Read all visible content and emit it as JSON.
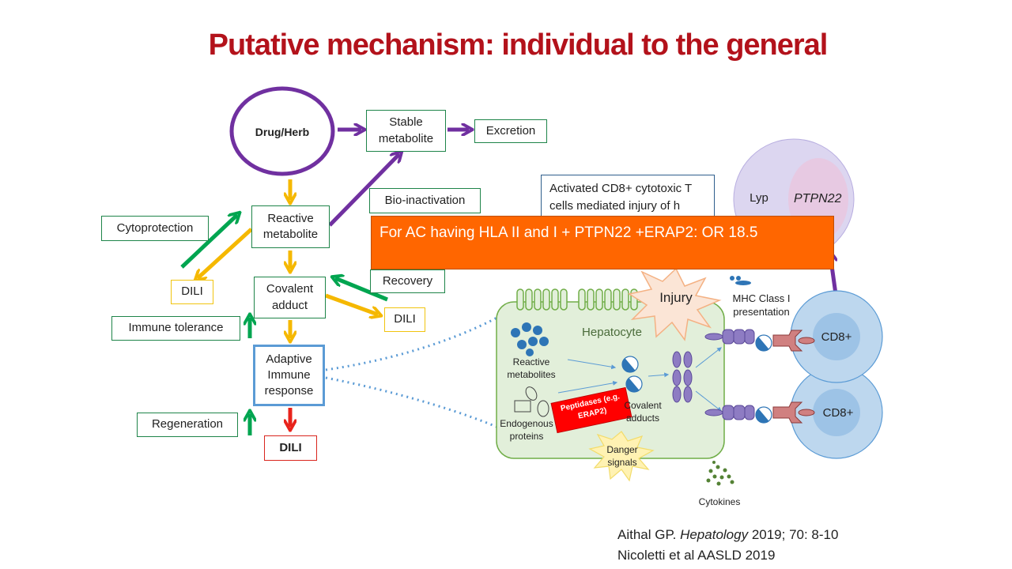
{
  "title": "Putative mechanism: individual to the general",
  "flow": {
    "drug_herb": "Drug/Herb",
    "stable_metabolite": "Stable metabolite",
    "excretion": "Excretion",
    "bio_inactivation": "Bio-inactivation",
    "reactive_metabolite": "Reactive metabolite",
    "cytoprotection": "Cytoprotection",
    "dili_left": "DILI",
    "covalent_adduct": "Covalent adduct",
    "recovery": "Recovery",
    "dili_right": "DILI",
    "immune_tolerance": "Immune tolerance",
    "adaptive_immune_response": "Adaptive Immune response",
    "regeneration": "Regeneration",
    "dili_bottom": "DILI"
  },
  "callout": {
    "activated_cd8": "Activated CD8+ cytotoxic T cells mediated injury of h"
  },
  "banner": {
    "text": "For AC having HLA II and I + PTPN22 +ERAP2: OR 18.5"
  },
  "hepatocyte": {
    "title": "Hepatocyte",
    "reactive_metabolites": "Reactive metabolites",
    "endogenous_proteins": "Endogenous proteins",
    "peptidases": "Peptidases (e.g. ERAP2)",
    "covalent_adducts": "Covalent adducts",
    "danger_signals": "Danger signals",
    "injury": "Injury",
    "mhc_presentation": "MHC Class I presentation",
    "cytokines": "Cytokines"
  },
  "cells": {
    "lyp": "Lyp",
    "ptpn22": "PTPN22",
    "cd8_top": "CD8+",
    "cd8_bottom": "CD8+"
  },
  "references": {
    "ref1_prefix": "Aithal GP. ",
    "ref1_journal": "Hepatology",
    "ref1_suffix": " 2019; 70: 8-10",
    "ref2": "Nicoletti et al AASLD 2019"
  },
  "colors": {
    "title": "#b3121b",
    "purple_arrow": "#7030a0",
    "yellow_arrow": "#f5b800",
    "green_arrow": "#00a550",
    "red_arrow": "#e8231b",
    "banner": "#ff6600",
    "hepatocyte_fill": "#e2efda",
    "cd8_fill": "#bdd7ee"
  }
}
